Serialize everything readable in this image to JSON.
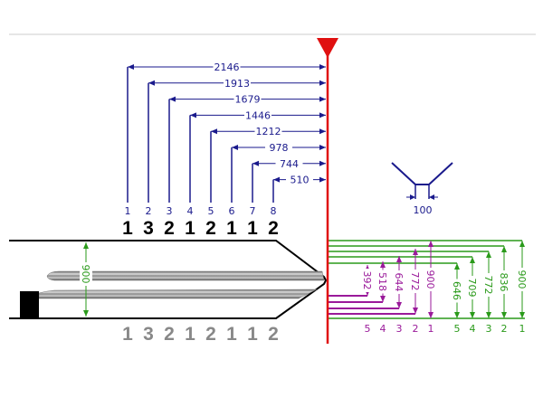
{
  "colors": {
    "blue": "#1a1a8c",
    "red": "#e01010",
    "green": "#2a9a1a",
    "purple": "#9a1a9a",
    "gray": "#888888",
    "black": "#000000"
  },
  "top_dims": {
    "values": [
      "2146",
      "1913",
      "1679",
      "1446",
      "1212",
      "978",
      "744",
      "510"
    ],
    "positions": [
      "1",
      "2",
      "3",
      "4",
      "5",
      "6",
      "7",
      "8"
    ]
  },
  "cut_code_top": [
    "1",
    "3",
    "2",
    "1",
    "2",
    "1",
    "1",
    "2"
  ],
  "cut_code_bottom": [
    "1",
    "3",
    "2",
    "1",
    "2",
    "1",
    "1",
    "2"
  ],
  "blade_width": "900",
  "v_cut_width": "100",
  "purple_depths": {
    "values": [
      "900",
      "772",
      "644",
      "518",
      "392"
    ],
    "labels": [
      "1",
      "2",
      "3",
      "4",
      "5"
    ]
  },
  "green_depths": {
    "values": [
      "900",
      "836",
      "772",
      "709",
      "646"
    ],
    "labels": [
      "1",
      "2",
      "3",
      "4",
      "5"
    ]
  }
}
